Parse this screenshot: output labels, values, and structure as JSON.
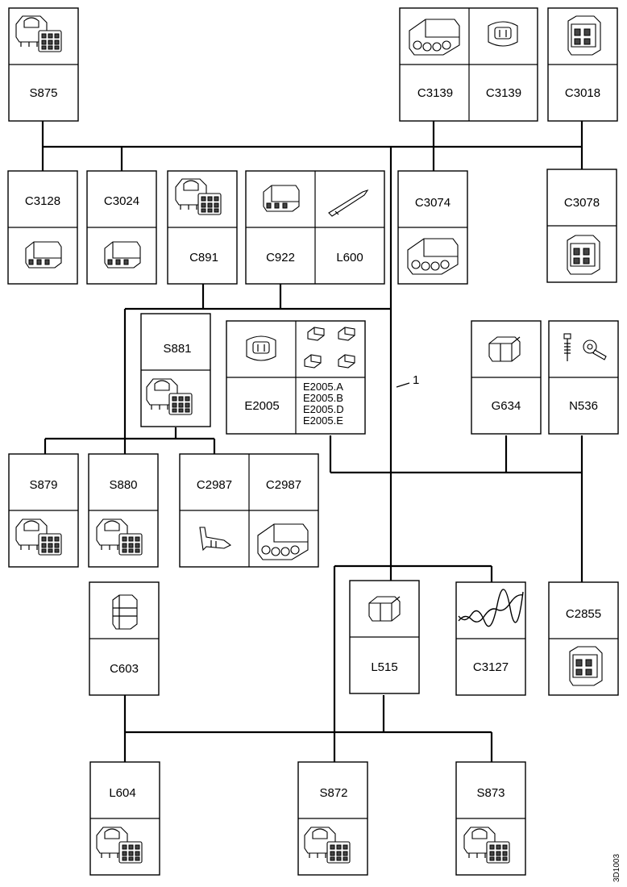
{
  "diagram": {
    "callout": "1",
    "side_code": "3D1003"
  },
  "connectors": {
    "s875": "S875",
    "c3139_a": "C3139",
    "c3139_b": "C3139",
    "c3018": "C3018",
    "c3128": "C3128",
    "c3024": "C3024",
    "c891": "C891",
    "c922": "C922",
    "l600": "L600",
    "c3074": "C3074",
    "c3078": "C3078",
    "s881": "S881",
    "e2005": "E2005",
    "e2005_a": "E2005.A",
    "e2005_b": "E2005.B",
    "e2005_d": "E2005.D",
    "e2005_e": "E2005.E",
    "g634": "G634",
    "n536": "N536",
    "s879": "S879",
    "s880": "S880",
    "c2987_a": "C2987",
    "c2987_b": "C2987",
    "c603": "C603",
    "l515": "L515",
    "c3127": "C3127",
    "c2855": "C2855",
    "l604": "L604",
    "s872": "S872",
    "s873": "S873"
  },
  "icons": {
    "relay_socket": "relay-socket-icon",
    "connector_housing": "connector-housing-icon",
    "wire_terminal": "wire-terminal-icon",
    "twisted_pair": "twisted-pair-icon",
    "ring_terminal": "ring-terminal-icon",
    "splice_clips": "splice-clips-icon"
  }
}
